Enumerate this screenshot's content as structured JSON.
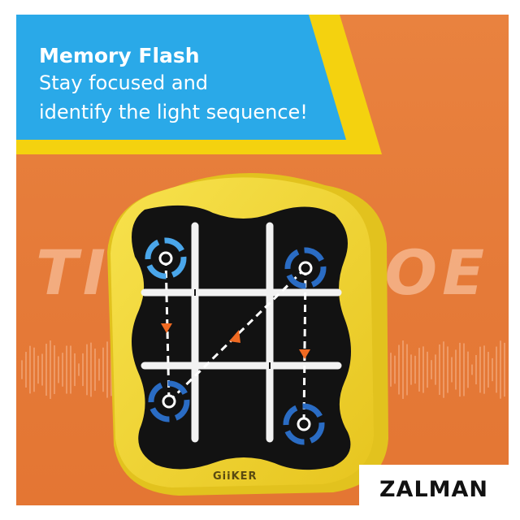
{
  "banner": {
    "title": "Memory Flash",
    "line1": "Stay focused and",
    "line2": "identify the light sequence!"
  },
  "background_word": {
    "left": "TIC",
    "right": "OE"
  },
  "device": {
    "brand": "GiiKER"
  },
  "watermark": {
    "brand": "ZALMAN"
  },
  "colors": {
    "background_orange": "#e67c39",
    "banner_blue": "#2aa9e8",
    "banner_yellow": "#f4d20f",
    "device_yellow": "#f2d835",
    "device_face": "#121212",
    "grid_white": "#f2f2f2",
    "ring_blue": "#2f7fd6",
    "arrow_orange": "#f06a22"
  },
  "icons": [
    "blue-ring-icon",
    "arrow-icon"
  ]
}
